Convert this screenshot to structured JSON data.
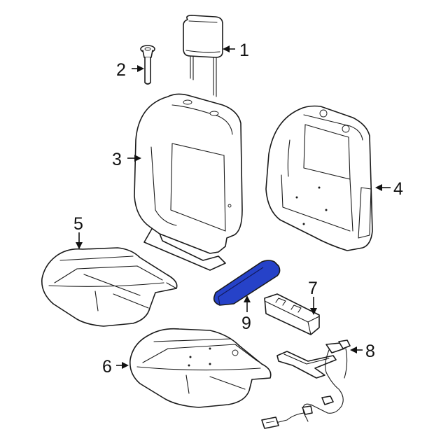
{
  "diagram": {
    "highlight_color": "#2642c8",
    "highlighted_part": "9",
    "callouts": [
      {
        "id": "c1",
        "label": "1"
      },
      {
        "id": "c2",
        "label": "2"
      },
      {
        "id": "c3",
        "label": "3"
      },
      {
        "id": "c4",
        "label": "4"
      },
      {
        "id": "c5",
        "label": "5"
      },
      {
        "id": "c6",
        "label": "6"
      },
      {
        "id": "c7",
        "label": "7"
      },
      {
        "id": "c8",
        "label": "8"
      },
      {
        "id": "c9",
        "label": "9"
      }
    ]
  }
}
